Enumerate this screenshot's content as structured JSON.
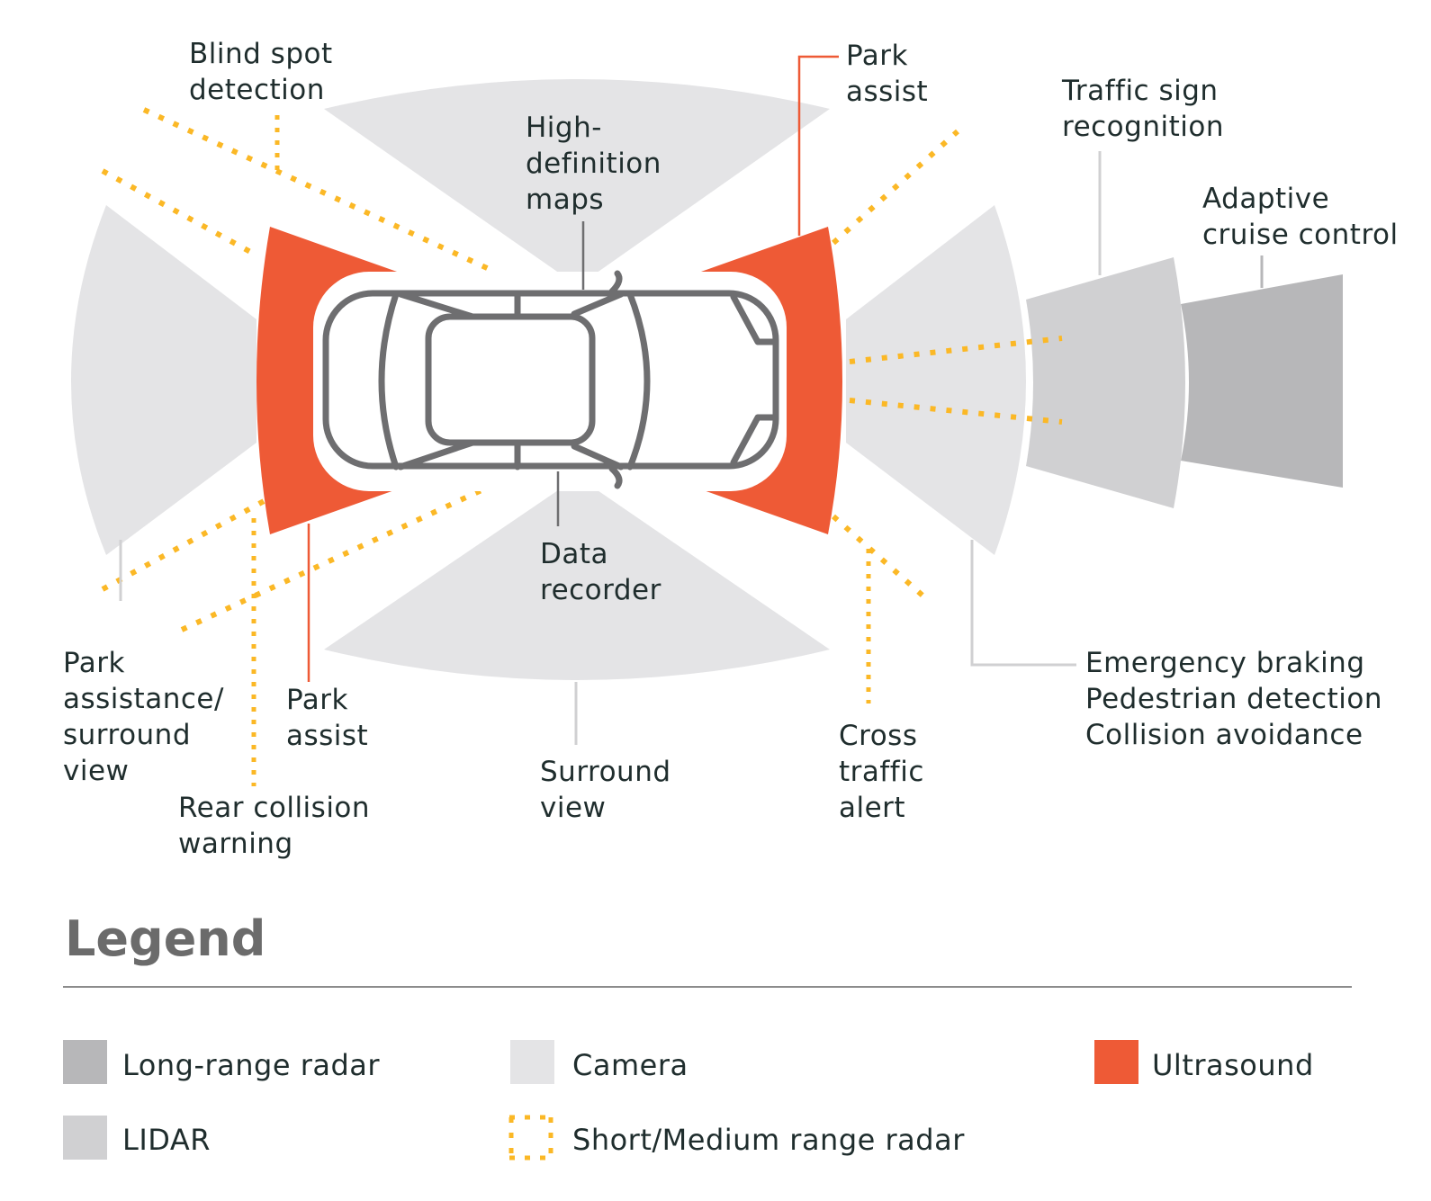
{
  "labels": {
    "blind_spot": [
      "Blind spot",
      "detection"
    ],
    "park_assist_top": [
      "Park",
      "assist"
    ],
    "traffic_sign": [
      "Traffic sign",
      "recognition"
    ],
    "hd_maps": [
      "High-",
      "definition",
      "maps"
    ],
    "adaptive_cruise": [
      "Adaptive",
      "cruise control"
    ],
    "data_recorder": [
      "Data",
      "recorder"
    ],
    "emergency": [
      "Emergency braking",
      "Pedestrian detection",
      "Collision avoidance"
    ],
    "park_surround": [
      "Park",
      "assistance/",
      "surround",
      "view"
    ],
    "park_assist_bottom": [
      "Park",
      "assist"
    ],
    "cross_traffic": [
      "Cross",
      "traffic",
      "alert"
    ],
    "surround_view": [
      "Surround",
      "view"
    ],
    "rear_collision": [
      "Rear collision",
      "warning"
    ]
  },
  "legend": {
    "title": "Legend",
    "items": {
      "long_range_radar": "Long-range radar",
      "camera": "Camera",
      "ultrasound": "Ultrasound",
      "lidar": "LIDAR",
      "short_medium_radar": "Short/Medium range radar"
    }
  },
  "colors": {
    "long_range_radar": "#b7b7b9",
    "camera": "#e4e4e6",
    "ultrasound": "#ee5a36",
    "lidar": "#d0d0d2",
    "short_medium_radar": "#fbb826",
    "car_outline": "#6e6e70",
    "text": "#1f2d2d"
  }
}
